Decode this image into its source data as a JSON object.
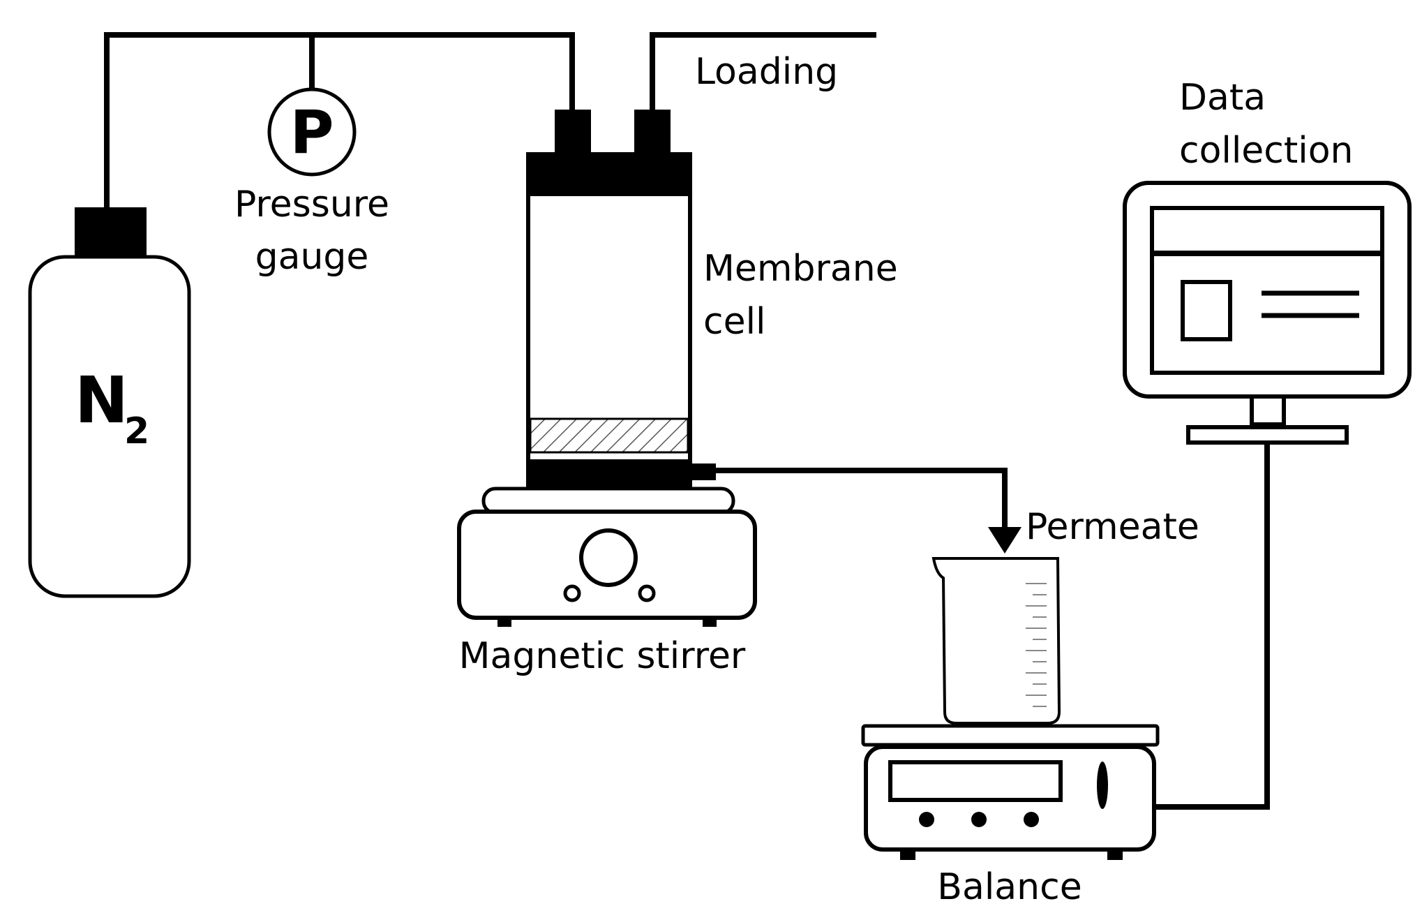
{
  "labels": {
    "gas": "N",
    "gas_subscript": "2",
    "gauge_symbol": "P",
    "gauge_line1": "Pressure",
    "gauge_line2": "gauge",
    "loading": "Loading",
    "membrane_line1": "Membrane",
    "membrane_line2": "cell",
    "stirrer": "Magnetic stirrer",
    "permeate": "Permeate",
    "balance": "Balance",
    "data_line1": "Data",
    "data_line2": "collection"
  },
  "colors": {
    "ink": "#000000",
    "paper": "#ffffff",
    "hatch": "#555555",
    "graduation": "#888888"
  }
}
